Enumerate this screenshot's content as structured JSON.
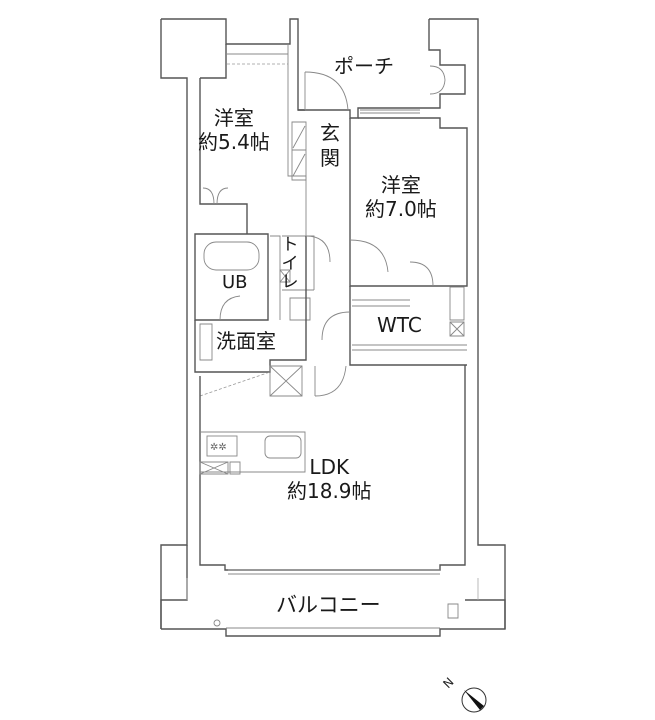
{
  "floor_plan": {
    "rooms": [
      {
        "id": "western-room-1",
        "name": "洋室",
        "size": "約5.4帖"
      },
      {
        "id": "western-room-2",
        "name": "洋室",
        "size": "約7.0帖"
      },
      {
        "id": "porch",
        "name": "ポーチ"
      },
      {
        "id": "entrance",
        "name": "玄関"
      },
      {
        "id": "toilet",
        "name": "トイレ"
      },
      {
        "id": "unit-bath",
        "name": "UB"
      },
      {
        "id": "washroom",
        "name": "洗面室"
      },
      {
        "id": "wtc",
        "name": "WTC"
      },
      {
        "id": "ldk",
        "name": "LDK",
        "size": "約18.9帖"
      },
      {
        "id": "balcony",
        "name": "バルコニー"
      }
    ],
    "compass": {
      "label": "N",
      "icon": "north-arrow-icon"
    },
    "colors": {
      "wall": "#555555",
      "text": "#1a1a1a",
      "background": "#ffffff"
    }
  }
}
